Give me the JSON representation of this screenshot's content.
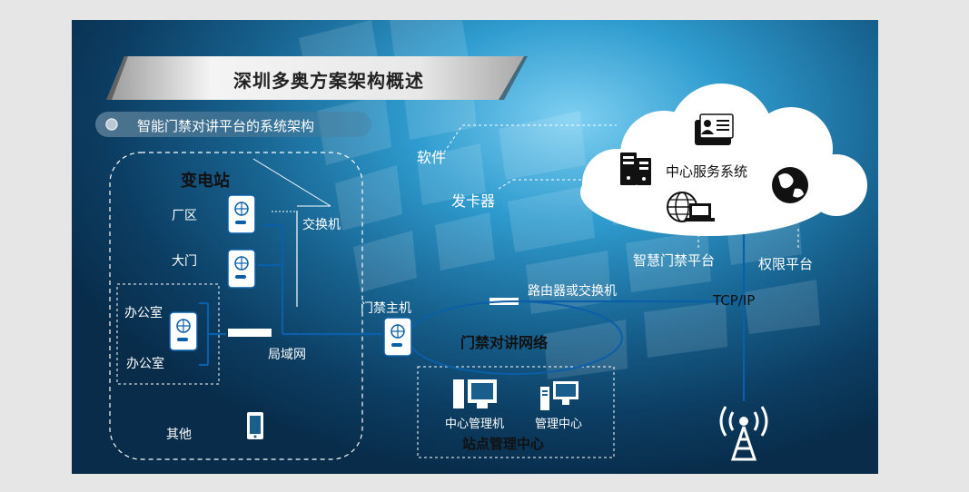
{
  "title": "深圳多奥方案架构概述",
  "subtitle": "智能门禁对讲平台的系统架构",
  "substation": {
    "title": "变电站",
    "factory": "厂区",
    "gate": "大门",
    "office_1": "办公室",
    "office_2": "办公室",
    "other": "其他",
    "switch": "交换机",
    "lan": "局域网"
  },
  "cloud": {
    "center_service": "中心服务系统"
  },
  "labels": {
    "software": "软件",
    "card_issuer": "发卡器",
    "smart_access_platform": "智慧门禁平台",
    "permission_platform": "权限平台",
    "router_switch": "路由器或交换机",
    "tcpip": "TCP/IP",
    "access_host": "门禁主机",
    "intercom_network": "门禁对讲网络"
  },
  "station_center": {
    "title": "站点管理中心",
    "central_pc": "中心管理机",
    "management": "管理中心"
  },
  "colors": {
    "slide_bg": "#17628f",
    "link_line": "#0b5fa8",
    "title_band": "#e0e0e0"
  }
}
